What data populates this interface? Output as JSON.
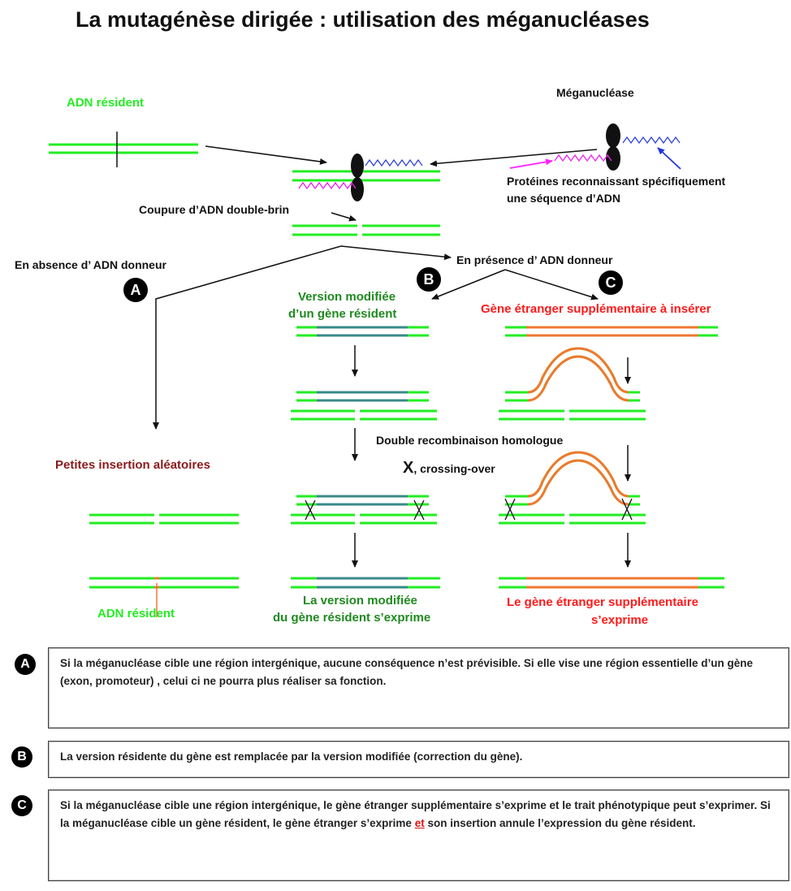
{
  "title": "La mutagénèse dirigée : utilisation  des méganucléases",
  "labels": {
    "adn_resident_top": "ADN  résident",
    "meganuclease": "Méganucléase",
    "proteines": "Protéines reconnaissant spécifiquement",
    "proteines_2": "une séquence d’ADN",
    "coupure": "Coupure d’ADN double-brin",
    "absence": "En absence d’ ADN donneur",
    "presence": "En présence d’ ADN donneur",
    "version_modifiee_1": "Version modifiée",
    "version_modifiee_2": "d’un gène résident",
    "gene_etranger": "Gène étranger supplémentaire à insérer",
    "double_recomb": "Double recombinaison homologue",
    "crossing_x": "X",
    "crossing": ", crossing-over",
    "petites_insertion": "Petites insertion aléatoires",
    "adn_resident_bottom": "ADN  résident",
    "version_exprime_1": "La version modifiée",
    "version_exprime_2": "du gène résident s’exprime",
    "gene_exprime_1": "Le gène étranger supplémentaire",
    "gene_exprime_2": "s’exprime"
  },
  "badges": {
    "a": "A",
    "b": "B",
    "c": "C"
  },
  "boxes": {
    "a_letter": "A",
    "a_text": "Si la méganucléase cible une région intergénique, aucune conséquence n’est prévisible. Si elle vise une région essentielle d’un gène (exon, promoteur) , celui ci ne pourra plus réaliser sa fonction.",
    "b_letter": "B",
    "b_text": "La version résidente du gène est remplacée par la version modifiée (correction du gène).",
    "c_letter": "C",
    "c_text_1": "Si la méganucléase cible une région intergénique, le gène étranger supplémentaire s’exprime et le trait phénotypique peut s’exprimer. Si la méganucléase cible un gène résident, le gène étranger s’exprime ",
    "c_text_et": "et",
    "c_text_2": " son insertion annule l’expression  du gène résident."
  },
  "colors": {
    "dna": "#22ee22",
    "foreign_gene": "#f07830",
    "modified_gene": "#3a8a8a",
    "protein_blue": "#3344dd",
    "protein_magenta": "#ee22ee",
    "arrow_blue": "#2233dd",
    "arrow_magenta": "#ff22ff"
  }
}
